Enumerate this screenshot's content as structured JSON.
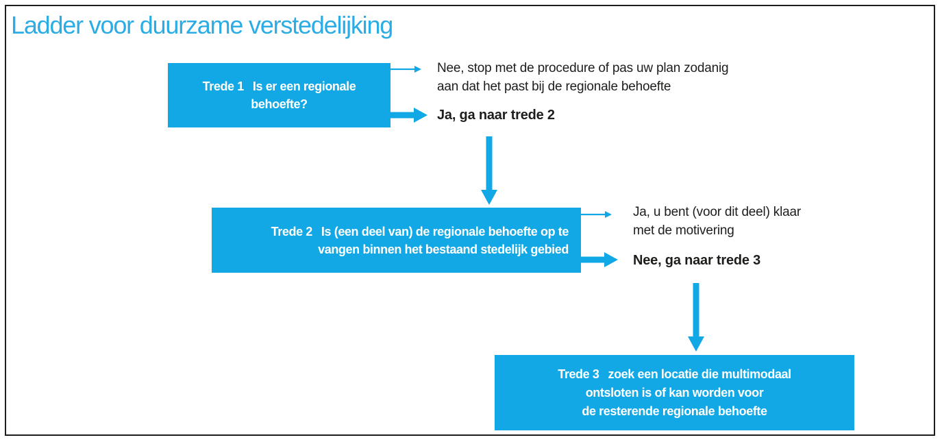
{
  "title": "Ladder voor duurzame verstedelijking",
  "colors": {
    "accent": "#12A8E5",
    "title_text": "#2BACE4",
    "body_text": "#1D1D1B",
    "box_text": "#FFFFFF",
    "frame_border": "#1C1C1C"
  },
  "icons": {
    "arrow_right_thin": "→",
    "arrow_right_thick": "➜",
    "arrow_down": "↓"
  },
  "flowchart": {
    "step1": {
      "label": "Trede 1",
      "line1": "Is er een regionale",
      "line2": "behoefte?",
      "top_line1": "Nee, stop met de procedure of pas uw plan zodanig",
      "top_line2": "aan dat het past bij de regionale behoefte",
      "bottom": "Ja, ga naar trede 2"
    },
    "step2": {
      "label": "Trede 2",
      "line1": "Is (een deel van) de regionale behoefte op te",
      "line2": "vangen binnen het bestaand stedelijk gebied",
      "top_line1": "Ja, u bent (voor dit deel) klaar",
      "top_line2": "met de motivering",
      "bottom": "Nee, ga naar trede 3"
    },
    "step3": {
      "label": "Trede 3",
      "line1": "zoek een locatie die multimodaal",
      "line2": "ontsloten is of kan worden voor",
      "line3": "de resterende regionale behoefte"
    }
  }
}
